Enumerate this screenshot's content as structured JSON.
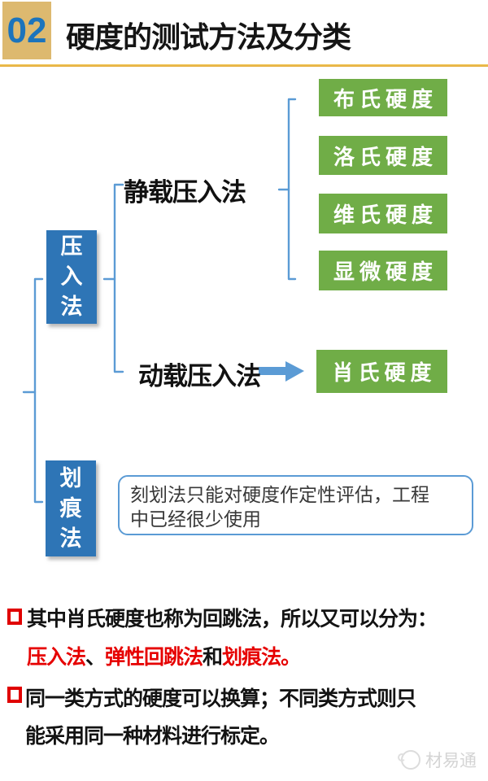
{
  "header": {
    "number": "02",
    "title": "硬度的测试方法及分类"
  },
  "diagram": {
    "indentation_box": "压入法",
    "scratch_box": "划痕法",
    "static_label": "静载压入法",
    "dynamic_label": "动载压入法",
    "green_boxes": [
      "布氏硬度",
      "洛氏硬度",
      "维氏硬度",
      "显微硬度"
    ],
    "shore_box": "肖氏硬度",
    "note_line1": "刻划法只能对硬度作定性评估，工程",
    "note_line2": "中已经很少使用"
  },
  "bullets": [
    {
      "line1": "其中肖氏硬度也称为回跳法，所以又可以分为：",
      "segments": [
        {
          "text": "压入法",
          "red": true
        },
        {
          "text": "、",
          "red": false
        },
        {
          "text": "弹性回跳法",
          "red": true
        },
        {
          "text": "和",
          "red": false
        },
        {
          "text": "划痕法。",
          "red": true
        }
      ]
    },
    {
      "line1": "同一类方式的硬度可以换算；不同类方式则只",
      "line2": "能采用同一种材料进行标定。"
    }
  ],
  "watermark": {
    "text": "材易通"
  },
  "colors": {
    "tan": "#DDB96F",
    "number_blue": "#1C74BC",
    "green": "#70AD47",
    "box_blue": "#2E75B6",
    "connector_blue": "#5B9BD5",
    "red_accent": "#E60000",
    "bullet_red": "#E00000",
    "gold_line": "#E2A52B"
  }
}
